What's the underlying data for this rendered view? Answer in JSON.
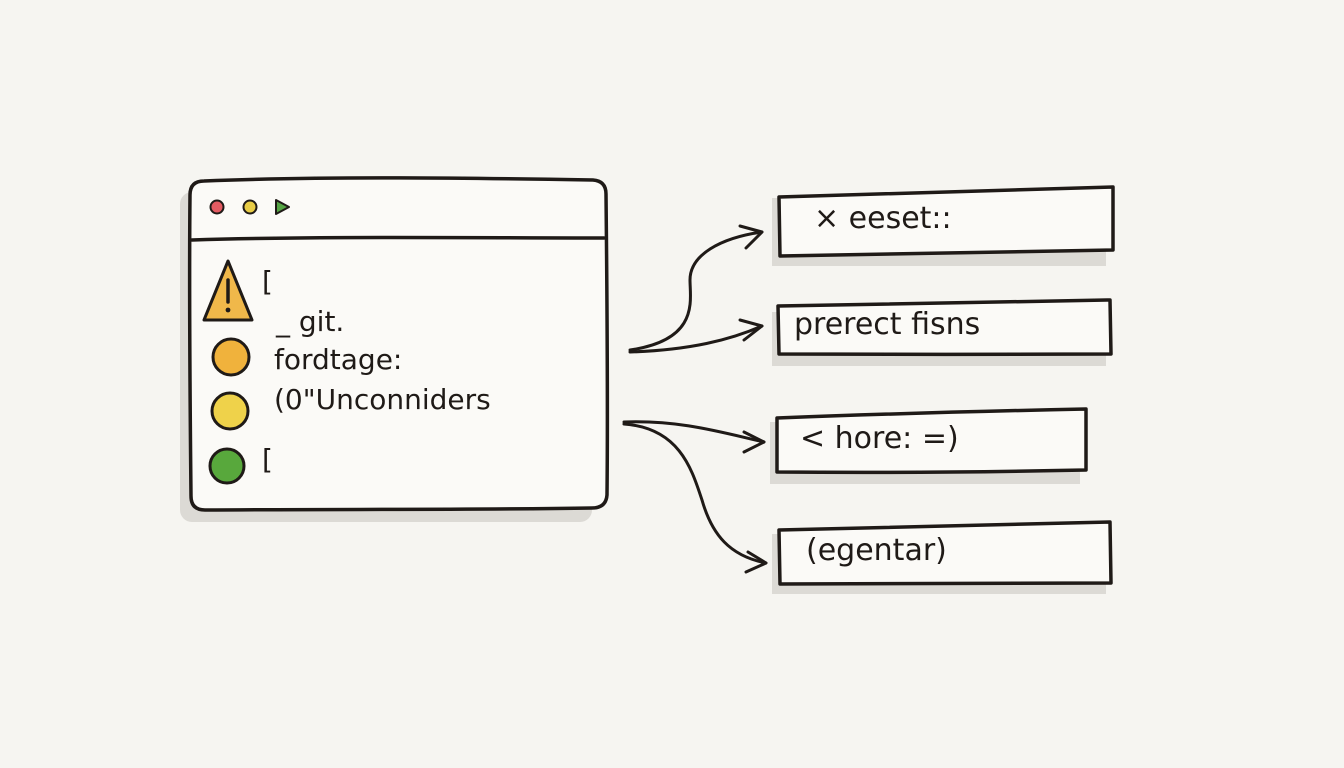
{
  "window": {
    "buttons": [
      {
        "name": "close",
        "color": "#e35b62"
      },
      {
        "name": "minimize",
        "color": "#e8cc46"
      },
      {
        "name": "maximize",
        "color": "#55a444"
      }
    ],
    "lines": [
      {
        "text": "[",
        "icon": "warning-icon",
        "icon_color": "#f0b84a"
      },
      {
        "text": "_ git.",
        "icon": "",
        "icon_color": ""
      },
      {
        "text": "fordtage:",
        "icon": "status-dot-orange-icon",
        "icon_color": "#f0b23c"
      },
      {
        "text": "(0\"Unconniders",
        "icon": "status-dot-yellow-icon",
        "icon_color": "#efd24a"
      },
      {
        "text": "[",
        "icon": "status-dot-green-icon",
        "icon_color": "#58a83c"
      }
    ]
  },
  "output_boxes": [
    {
      "label": "× eeset::"
    },
    {
      "label": "prerect fisns"
    },
    {
      "label": "< hore:  =)"
    },
    {
      "label": "(egentar)"
    }
  ],
  "colors": {
    "ink": "#1f1a17",
    "shadow": "#d9d7d2",
    "background": "#f6f5f1"
  }
}
